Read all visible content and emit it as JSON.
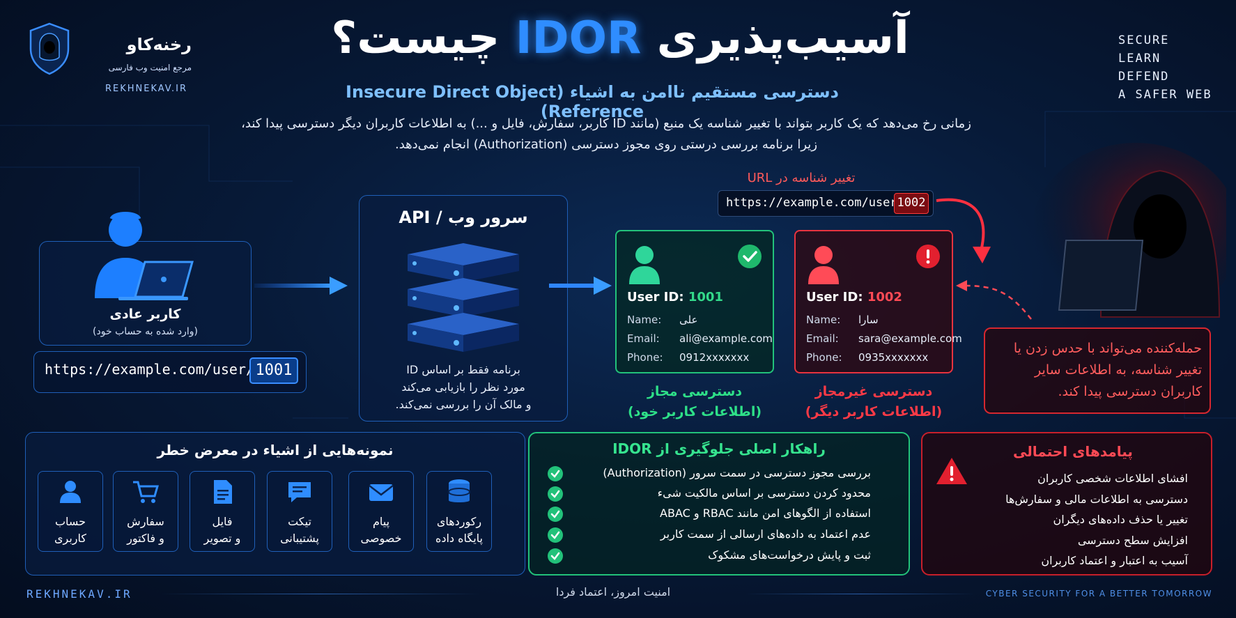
{
  "brand": {
    "name": "رخنه‌کاو",
    "tagline": "مرجع امنیت وب فارسی",
    "url": "REKHNEKAV.IR"
  },
  "header": {
    "title_prefix": "آسیب‌پذیری",
    "title_acronym": "IDOR",
    "title_suffix": "چیست؟",
    "subtitle": "دسترسی مستقیم ناامن به اشیاء (Insecure Direct Object Reference)",
    "intro_line1": "زمانی رخ می‌دهد که یک کاربر بتواند با تغییر شناسه یک منبع (مانند ID کاربر، سفارش، فایل و ...) به اطلاعات کاربران دیگر دسترسی پیدا کند،",
    "intro_line2": "زیرا برنامه بررسی درستی روی مجوز دسترسی (Authorization) انجام نمی‌دهد."
  },
  "motto": [
    "SECURE",
    "LEARN",
    "DEFEND",
    "A SAFER WEB"
  ],
  "user": {
    "title": "کاربر عادی",
    "subtitle": "(وارد شده به حساب خود)",
    "url": "https://example.com/user/",
    "id": "1001"
  },
  "server": {
    "title": "سرور وب / API",
    "note_line1": "برنامه فقط بر اساس ID",
    "note_line2": "مورد نظر را بازیابی می‌کند",
    "note_line3": "و مالک آن را بررسی نمی‌کند."
  },
  "url_change": {
    "label": "تغییر شناسه در URL",
    "url": "https://example.com/user/",
    "id": "1002"
  },
  "record_allowed": {
    "uid_label": "User ID:",
    "uid": "1001",
    "name_label": "Name:",
    "name": "علی",
    "email_label": "Email:",
    "email": "ali@example.com",
    "phone_label": "Phone:",
    "phone": "0912xxxxxxx",
    "caption1": "دسترسی مجاز",
    "caption2": "(اطلاعات کاربر خود)"
  },
  "record_denied": {
    "uid_label": "User ID:",
    "uid": "1002",
    "name_label": "Name:",
    "name": "سارا",
    "email_label": "Email:",
    "email": "sara@example.com",
    "phone_label": "Phone:",
    "phone": "0935xxxxxxx",
    "caption1": "دسترسی غیرمجاز",
    "caption2": "(اطلاعات کاربر دیگر)"
  },
  "attacker_note": "حمله‌کننده می‌تواند با حدس زدن یا تغییر شناسه، به اطلاعات سایر کاربران دسترسی پیدا کند.",
  "objects": {
    "title": "نمونه‌هایی از اشیاء در معرض خطر",
    "items": [
      {
        "label1": "رکوردهای",
        "label2": "پایگاه داده",
        "icon": "database-icon"
      },
      {
        "label1": "پیام",
        "label2": "خصوصی",
        "icon": "mail-icon"
      },
      {
        "label1": "تیکت",
        "label2": "پشتیبانی",
        "icon": "chat-icon"
      },
      {
        "label1": "فایل",
        "label2": "و تصویر",
        "icon": "file-icon"
      },
      {
        "label1": "سفارش",
        "label2": "و فاکتور",
        "icon": "cart-icon"
      },
      {
        "label1": "حساب",
        "label2": "کاربری",
        "icon": "user-icon"
      }
    ]
  },
  "prevention": {
    "title": "راهکار اصلی جلوگیری از IDOR",
    "items": [
      "بررسی مجوز دسترسی در سمت سرور (Authorization)",
      "محدود کردن دسترسی بر اساس مالکیت شیء",
      "استفاده از الگوهای امن مانند RBAC و ABAC",
      "عدم اعتماد به داده‌های ارسالی از سمت کاربر",
      "ثبت و پایش درخواست‌های مشکوک"
    ]
  },
  "consequences": {
    "title": "پیامدهای احتمالی",
    "items": [
      "افشای اطلاعات شخصی کاربران",
      "دسترسی به اطلاعات مالی و سفارش‌ها",
      "تغییر یا حذف داده‌های دیگران",
      "افزایش سطح دسترسی",
      "آسیب به اعتبار و اعتماد کاربران"
    ]
  },
  "footer": {
    "left": "REKHNEKAV.IR",
    "middle": "امنیت امروز، اعتماد فردا",
    "right": "CYBER SECURITY FOR A BETTER TOMORROW"
  },
  "colors": {
    "accent_blue": "#2f8dff",
    "safe_green": "#22c27a",
    "danger_red": "#e8333f",
    "background": "#071a38"
  }
}
